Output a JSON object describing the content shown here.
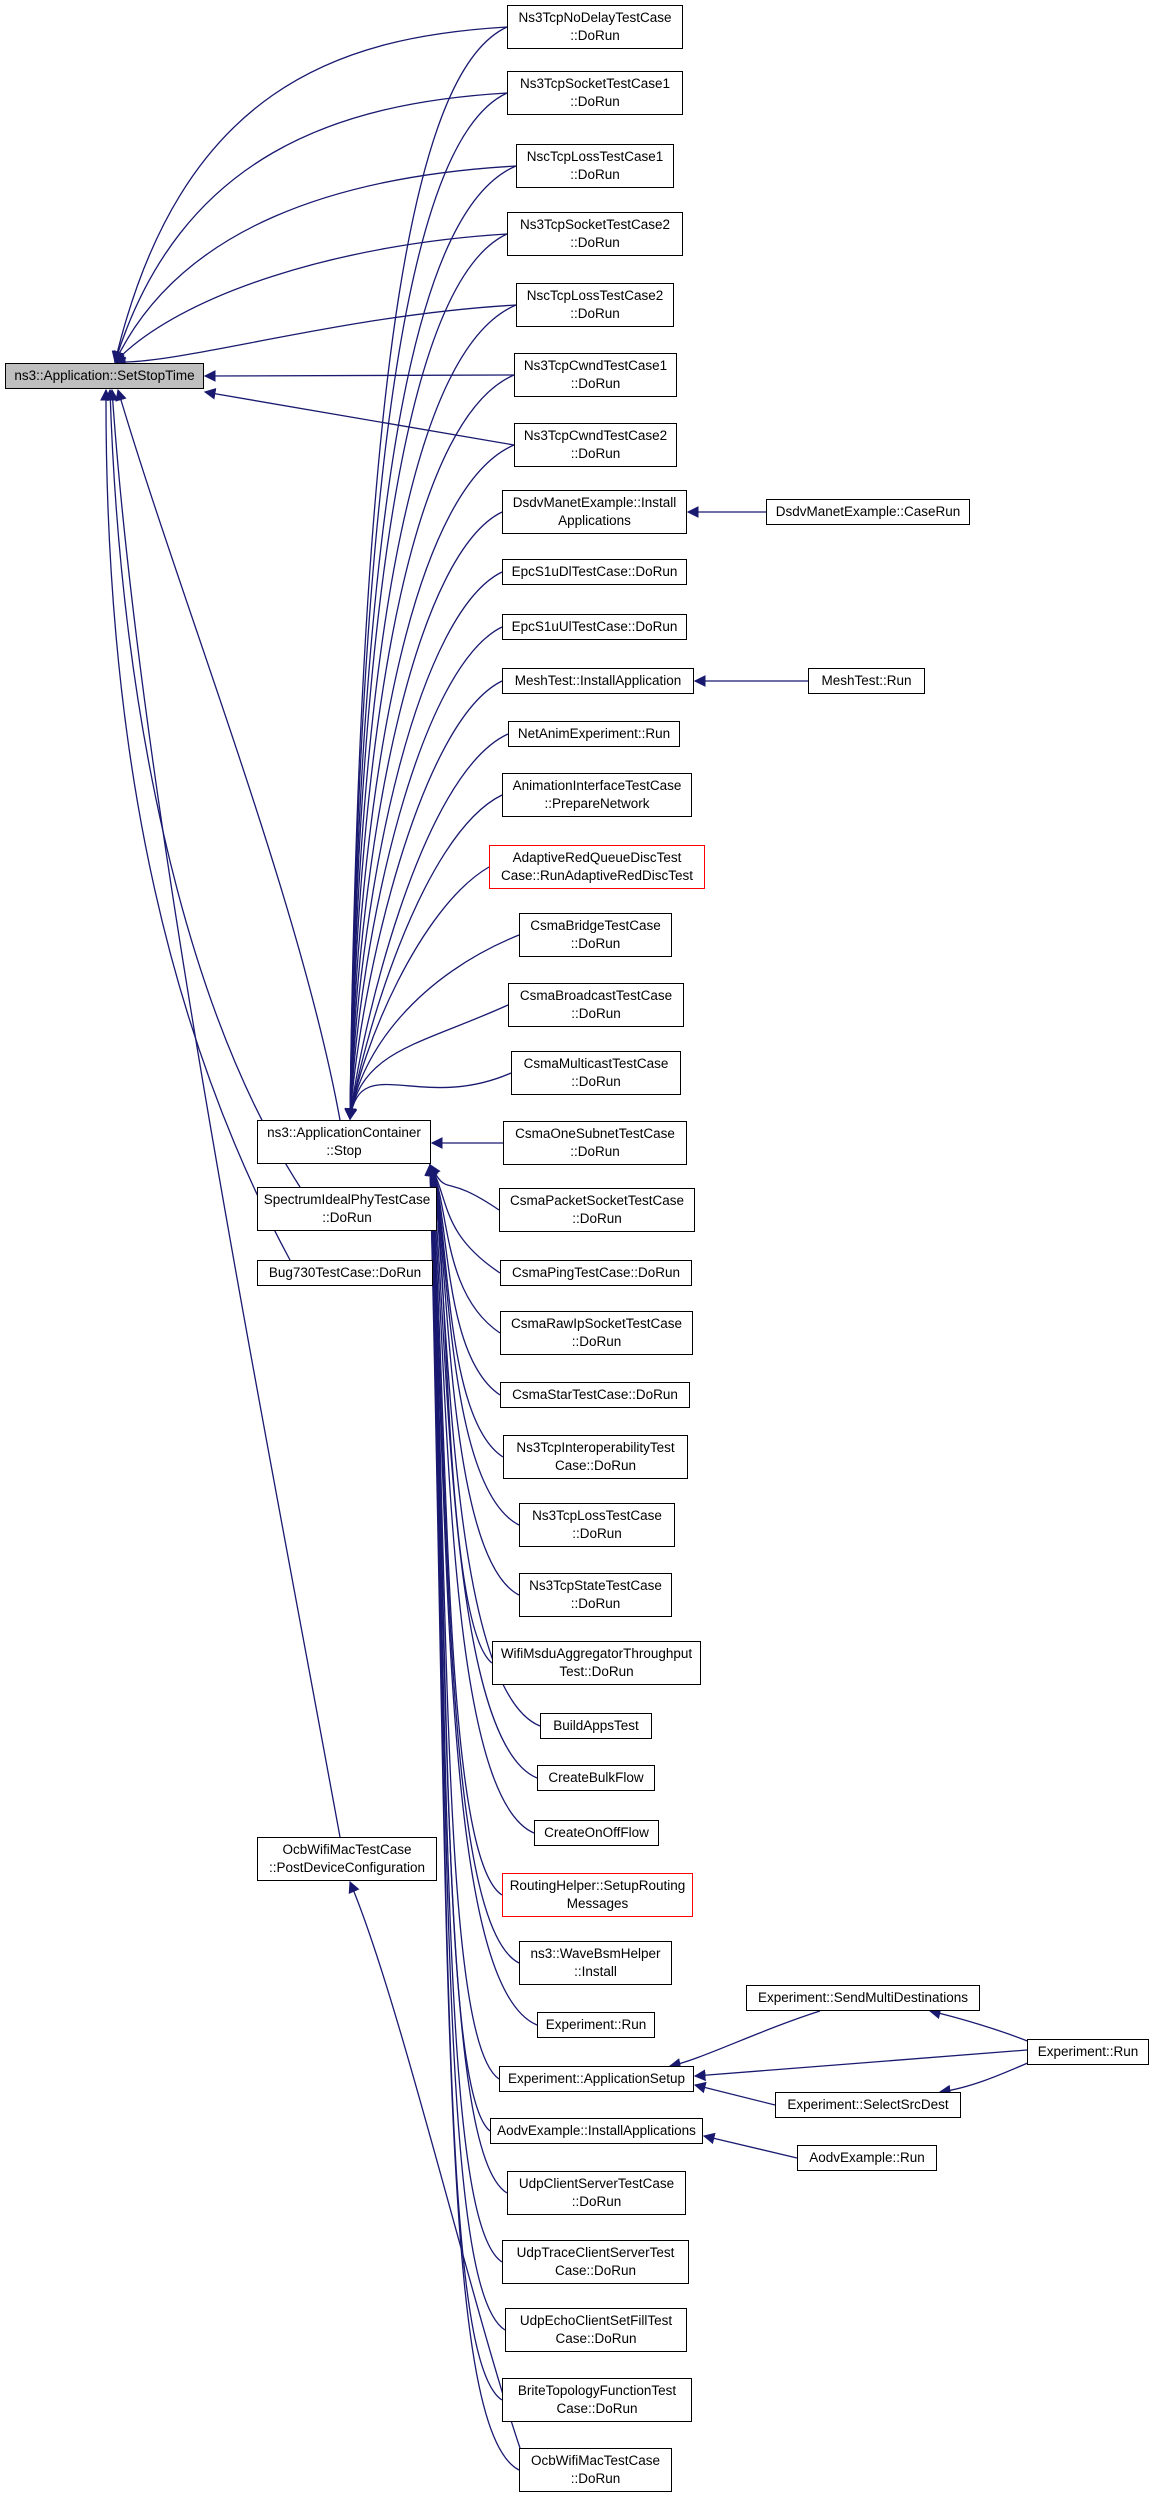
{
  "colors": {
    "edge": "#191970",
    "node_border": "#000000",
    "root_fill": "#bfbfbf",
    "missing_border": "#ff0000"
  },
  "nodes": {
    "root": "ns3::Application::SetStopTime",
    "n1": "Ns3TcpNoDelayTestCase\n::DoRun",
    "n2": "Ns3TcpSocketTestCase1\n::DoRun",
    "n3": "NscTcpLossTestCase1\n::DoRun",
    "n4": "Ns3TcpSocketTestCase2\n::DoRun",
    "n5": "NscTcpLossTestCase2\n::DoRun",
    "n6": "Ns3TcpCwndTestCase1\n::DoRun",
    "n7": "Ns3TcpCwndTestCase2\n::DoRun",
    "n8": "DsdvManetExample::Install\nApplications",
    "n8b": "DsdvManetExample::CaseRun",
    "n9": "EpcS1uDlTestCase::DoRun",
    "n10": "EpcS1uUlTestCase::DoRun",
    "n11": "MeshTest::InstallApplication",
    "n11b": "MeshTest::Run",
    "n12": "NetAnimExperiment::Run",
    "n13": "AnimationInterfaceTestCase\n::PrepareNetwork",
    "n14": "AdaptiveRedQueueDiscTest\nCase::RunAdaptiveRedDiscTest",
    "n15": "CsmaBridgeTestCase\n::DoRun",
    "n16": "CsmaBroadcastTestCase\n::DoRun",
    "n17": "CsmaMulticastTestCase\n::DoRun",
    "n18": "CsmaOneSubnetTestCase\n::DoRun",
    "n19": "CsmaPacketSocketTestCase\n::DoRun",
    "n20": "CsmaPingTestCase::DoRun",
    "n21": "CsmaRawIpSocketTestCase\n::DoRun",
    "n22": "CsmaStarTestCase::DoRun",
    "n23": "Ns3TcpInteroperabilityTest\nCase::DoRun",
    "n24": "Ns3TcpLossTestCase\n::DoRun",
    "n25": "Ns3TcpStateTestCase\n::DoRun",
    "n26": "WifiMsduAggregatorThroughput\nTest::DoRun",
    "n27": "BuildAppsTest",
    "n28": "CreateBulkFlow",
    "n29": "CreateOnOffFlow",
    "n30": "RoutingHelper::SetupRouting\nMessages",
    "n31": "ns3::WaveBsmHelper\n::Install",
    "n32": "Experiment::Run",
    "n33": "Experiment::ApplicationSetup",
    "n33a": "Experiment::SendMultiDestinations",
    "n33b": "Experiment::SelectSrcDest",
    "n33c": "Experiment::Run",
    "n34": "AodvExample::InstallApplications",
    "n34b": "AodvExample::Run",
    "n35": "UdpClientServerTestCase\n::DoRun",
    "n36": "UdpTraceClientServerTest\nCase::DoRun",
    "n37": "UdpEchoClientSetFillTest\nCase::DoRun",
    "n38": "BriteTopologyFunctionTest\nCase::DoRun",
    "n39": "OcbWifiMacTestCase\n::DoRun",
    "appstop": "ns3::ApplicationContainer\n::Stop",
    "spectrum": "SpectrumIdealPhyTestCase\n::DoRun",
    "bug730": "Bug730TestCase::DoRun",
    "ocbpost": "OcbWifiMacTestCase\n::PostDeviceConfiguration"
  }
}
